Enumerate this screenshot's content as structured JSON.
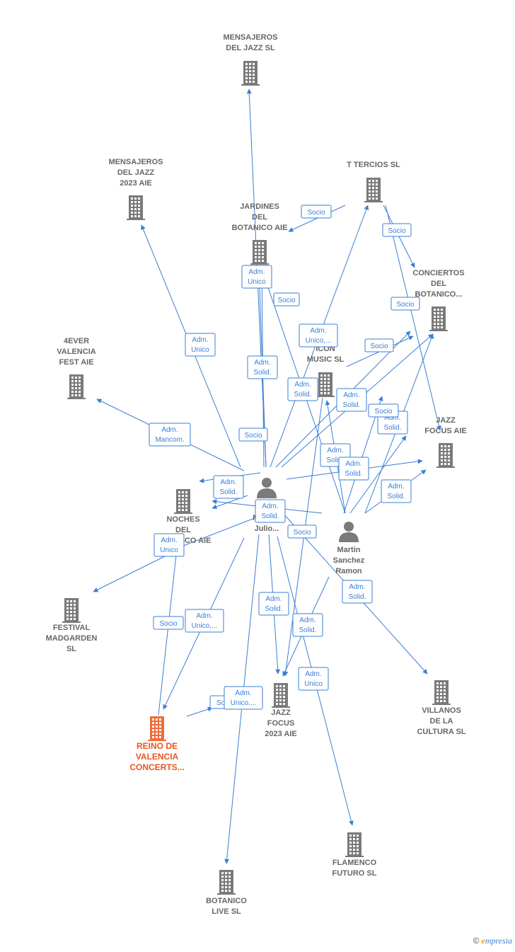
{
  "colors": {
    "company": "#7a7a7a",
    "main_company": "#f26b38",
    "person": "#7a7a7a",
    "edge": "#3a7fd5",
    "label": "#666666"
  },
  "nodes": [
    {
      "id": "mensajeros_jazz_sl",
      "type": "company",
      "lines": [
        "MENSAJEROS",
        "DEL JAZZ SL"
      ]
    },
    {
      "id": "mensajeros_2023",
      "type": "company",
      "lines": [
        "MENSAJEROS",
        "DEL JAZZ",
        "2023  AIE"
      ]
    },
    {
      "id": "t_tercios",
      "type": "company",
      "lines": [
        "T TERCIOS SL"
      ]
    },
    {
      "id": "jardines",
      "type": "company",
      "lines": [
        "JARDINES",
        "DEL",
        "BOTANICO AIE"
      ]
    },
    {
      "id": "conciertos",
      "type": "company",
      "lines": [
        "CONCIERTOS",
        "DEL",
        "BOTANICO..."
      ]
    },
    {
      "id": "fever",
      "type": "company",
      "lines": [
        "4EVER",
        "VALENCIA",
        "FEST  AIE"
      ]
    },
    {
      "id": "icon_music",
      "type": "company",
      "lines": [
        "ICON",
        "MUSIC  SL"
      ]
    },
    {
      "id": "jazz_focus_aie",
      "type": "company",
      "lines": [
        "JAZZ",
        "FOCUS AIE"
      ]
    },
    {
      "id": "noches",
      "type": "company",
      "lines": [
        "NOCHES",
        "DEL",
        "BOTANICO AIE"
      ]
    },
    {
      "id": "festival",
      "type": "company",
      "lines": [
        "FESTIVAL",
        "MADGARDEN",
        "SL"
      ]
    },
    {
      "id": "jazz_focus_2023",
      "type": "company",
      "lines": [
        "JAZZ",
        "FOCUS",
        "2023 AIE"
      ]
    },
    {
      "id": "villanos",
      "type": "company",
      "lines": [
        "VILLANOS",
        "DE LA",
        "CULTURA  SL"
      ]
    },
    {
      "id": "reino",
      "type": "main",
      "lines": [
        "REINO DE",
        "VALENCIA",
        "CONCERTS..."
      ]
    },
    {
      "id": "flamenco",
      "type": "company",
      "lines": [
        "FLAMENCO",
        "FUTURO SL"
      ]
    },
    {
      "id": "botanico_live",
      "type": "company",
      "lines": [
        "BOTANICO",
        "LIVE  SL"
      ]
    },
    {
      "id": "moreno",
      "type": "person",
      "lines": [
        "Moreno",
        "Julio..."
      ]
    },
    {
      "id": "martin",
      "type": "person",
      "lines": [
        "Martin",
        "Sanchez",
        "Ramon"
      ]
    }
  ],
  "relations": [
    {
      "id": "r1",
      "lines": [
        "Socio"
      ]
    },
    {
      "id": "r2",
      "lines": [
        "Socio"
      ]
    },
    {
      "id": "r3",
      "lines": [
        "Adm.",
        "Unico"
      ]
    },
    {
      "id": "r4",
      "lines": [
        "Socio"
      ]
    },
    {
      "id": "r5",
      "lines": [
        "Socio"
      ]
    },
    {
      "id": "r6",
      "lines": [
        "Adm.",
        "Unico,..."
      ]
    },
    {
      "id": "r7",
      "lines": [
        "Socio"
      ]
    },
    {
      "id": "r8",
      "lines": [
        "Adm.",
        "Unico"
      ]
    },
    {
      "id": "r9",
      "lines": [
        "Adm.",
        "Solid."
      ]
    },
    {
      "id": "r10",
      "lines": [
        "Adm.",
        "Solid."
      ]
    },
    {
      "id": "r11",
      "lines": [
        "Adm.",
        "Solid."
      ]
    },
    {
      "id": "r12",
      "lines": [
        "Adm.",
        "Solid."
      ]
    },
    {
      "id": "r13",
      "lines": [
        "Socio"
      ]
    },
    {
      "id": "r14",
      "lines": [
        "Adm.",
        "Mancom."
      ]
    },
    {
      "id": "r15",
      "lines": [
        "Socio"
      ]
    },
    {
      "id": "r16",
      "lines": [
        "Adm.",
        "Solid."
      ]
    },
    {
      "id": "r17",
      "lines": [
        "Adm.",
        "Solid."
      ]
    },
    {
      "id": "r18",
      "lines": [
        "Adm.",
        "Solid."
      ]
    },
    {
      "id": "r19",
      "lines": [
        "Adm.",
        "Solid."
      ]
    },
    {
      "id": "r20",
      "lines": [
        "Adm.",
        "Solid."
      ]
    },
    {
      "id": "r21",
      "lines": [
        "Adm.",
        "Unico"
      ]
    },
    {
      "id": "r22",
      "lines": [
        "Socio"
      ]
    },
    {
      "id": "r23",
      "lines": [
        "Adm.",
        "Solid."
      ]
    },
    {
      "id": "r24",
      "lines": [
        "Socio"
      ]
    },
    {
      "id": "r25",
      "lines": [
        "Adm.",
        "Unico,..."
      ]
    },
    {
      "id": "r26",
      "lines": [
        "Adm.",
        "Solid."
      ]
    },
    {
      "id": "r27",
      "lines": [
        "Adm.",
        "Solid."
      ]
    },
    {
      "id": "r28",
      "lines": [
        "So"
      ]
    },
    {
      "id": "r29",
      "lines": [
        "Adm.",
        "Unico,..."
      ]
    },
    {
      "id": "r30",
      "lines": [
        "Adm.",
        "Unico"
      ]
    }
  ],
  "watermark": {
    "copyright": "©",
    "brand_first": "e",
    "brand_rest": "mpresia"
  }
}
